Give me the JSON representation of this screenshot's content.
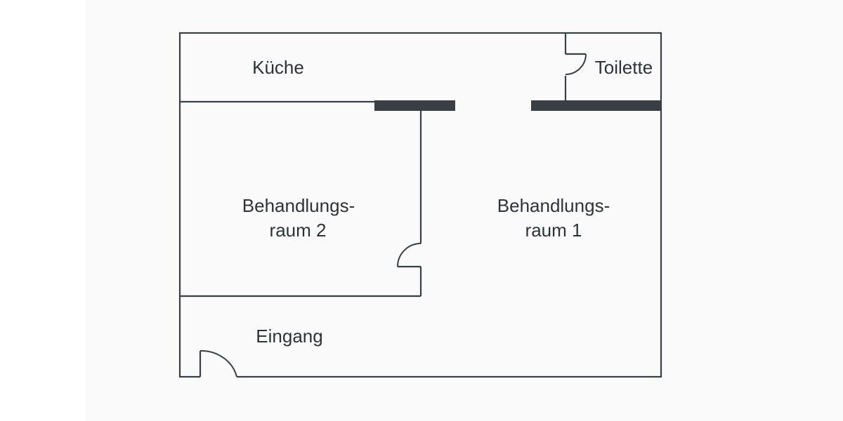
{
  "floor_plan": {
    "rooms": {
      "kueche": "Küche",
      "toilette": "Toilette",
      "behandlungsraum_2": {
        "line1": "Behandlungs-",
        "line2": "raum 2"
      },
      "behandlungsraum_1": {
        "line1": "Behandlungs-",
        "line2": "raum 1"
      },
      "eingang": "Eingang"
    },
    "colors": {
      "wall": "#3a3f45",
      "text": "#2f3338",
      "background": "#fafafa"
    }
  }
}
